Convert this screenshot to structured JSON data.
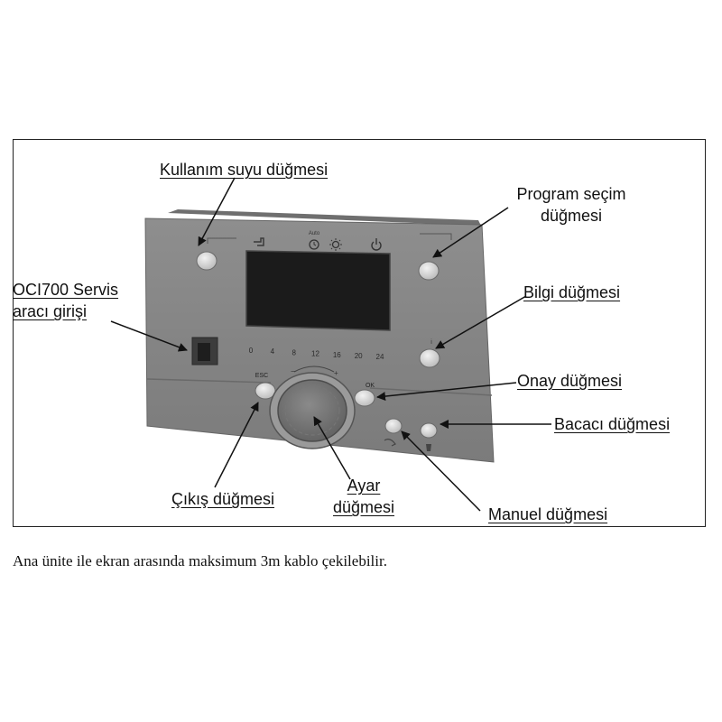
{
  "labels": {
    "dhw_button": "Kullanım suyu düğmesi",
    "program_button_line1": "Program seçim",
    "program_button_line2": "düğmesi",
    "service_port_line1": "OCI700 Servis",
    "service_port_line2": "aracı girişi",
    "info_button": "Bilgi düğmesi",
    "ok_button": "Onay düğmesi",
    "chimney_button": "Bacacı düğmesi",
    "exit_button": "Çıkış düğmesi",
    "knob_line1": "Ayar",
    "knob_line2": "düğmesi",
    "manual_button": "Manuel düğmesi"
  },
  "device": {
    "auto_text": "Auto",
    "esc_text": "ESC",
    "ok_text": "OK",
    "minus_text": "−",
    "plus_text": "+",
    "scale": [
      "0",
      "4",
      "8",
      "12",
      "16",
      "20",
      "24"
    ]
  },
  "caption": "Ana ünite ile ekran arasında maksimum 3m kablo çekilebilir."
}
